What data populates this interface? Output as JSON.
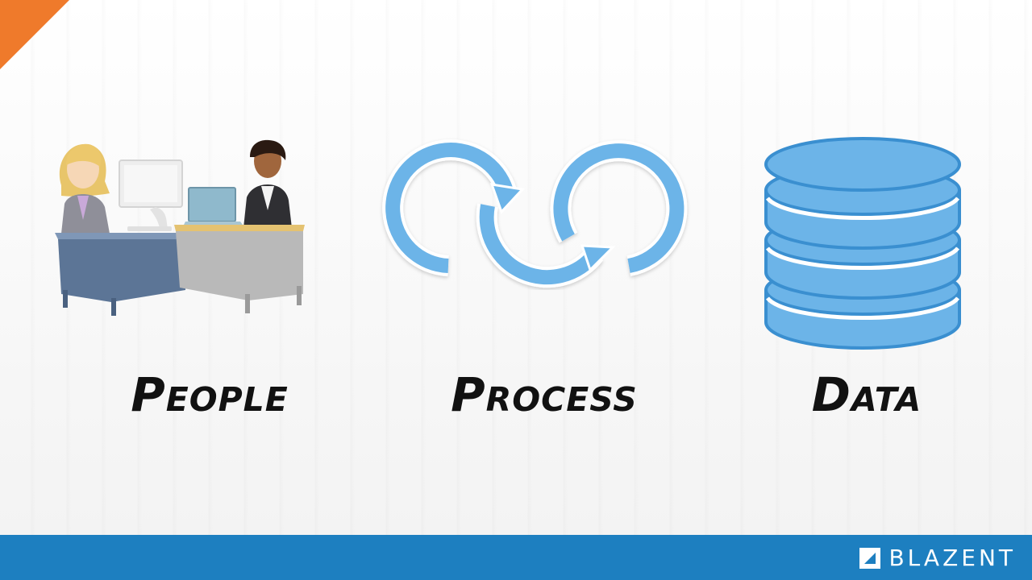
{
  "slide": {
    "labels": {
      "people": "People",
      "process": "Process",
      "data": "Data"
    }
  },
  "footer": {
    "brand": "BLAZENT"
  },
  "icons": {
    "people": "office-workers-illustration",
    "process": "cycle-arrows-icon",
    "data": "database-icon",
    "brand": "blazent-logo-icon"
  },
  "colors": {
    "accent": "#ef7a2b",
    "footer": "#1d7fc0",
    "illustration_blue": "#6cb4e8"
  }
}
